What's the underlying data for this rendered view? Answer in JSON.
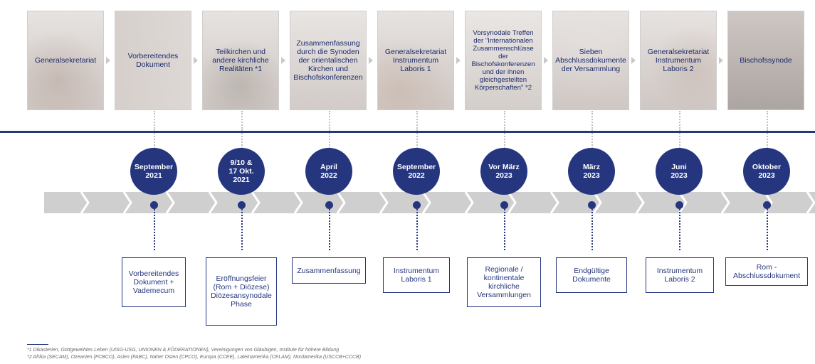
{
  "stages": [
    {
      "label": "Generalsekretariat"
    },
    {
      "label": "Vorbereitendes Dokument"
    },
    {
      "label": "Teilkirchen und andere kirchliche Realitäten *1"
    },
    {
      "label": "Zusammenfassung durch die Synoden der orientalischen Kirchen und Bischofskonferenzen"
    },
    {
      "label": "Generalsekretariat Instrumentum Laboris 1"
    },
    {
      "label": "Vorsynodale Treffen der \"Internationalen Zusammenschlüsse der Bischofskonferenzen und der ihnen gleichgestellten Körperschaften\" *2"
    },
    {
      "label": "Sieben Abschlussdokumente der Versammlung"
    },
    {
      "label": "Generalsekretariat Instrumentum Laboris 2"
    },
    {
      "label": "Bischofssynode"
    }
  ],
  "dates": [
    {
      "line1": "September",
      "line2": "2021"
    },
    {
      "line1": "9/10 & 17 Okt.",
      "line2": "2021"
    },
    {
      "line1": "April",
      "line2": "2022"
    },
    {
      "line1": "September",
      "line2": "2022"
    },
    {
      "line1": "Vor März",
      "line2": "2023"
    },
    {
      "line1": "März",
      "line2": "2023"
    },
    {
      "line1": "Juni",
      "line2": "2023"
    },
    {
      "line1": "Oktober",
      "line2": "2023"
    }
  ],
  "outputs": [
    {
      "label": "Vorbereitendes Dokument + Vademecum"
    },
    {
      "label": "Eröffnungsfeier (Rom + Diözese) Diözesansynodale Phase"
    },
    {
      "label": "Zusammenfassung"
    },
    {
      "label": "Instrumentum Laboris 1"
    },
    {
      "label": "Regionale / kontinentale kirchliche Versammlungen"
    },
    {
      "label": "Endgültige Dokumente"
    },
    {
      "label": "Instrumentum Laboris 2"
    },
    {
      "label": "Rom - Abschlussdokument"
    }
  ],
  "footnotes": {
    "note1": "*1 Dikasterien, Gottgeweihtes Leben (UISG-USG, UNIONEN & FÖDERATIONEN), Vereinigungen von Gläubigen, Institute für höhere Bildung",
    "note2": "*2 Afrika (SECAM), Ozeanien (FCBCO), Asien (FABC), Naher Osten (CPCO), Europa (CCEE), Lateinamerika (CELAM), Nordamerika (USCCB+CCCB)"
  },
  "colors": {
    "navy": "#25367f",
    "band": "#cfcfcf",
    "stage_bg": "#ddd7d4"
  }
}
